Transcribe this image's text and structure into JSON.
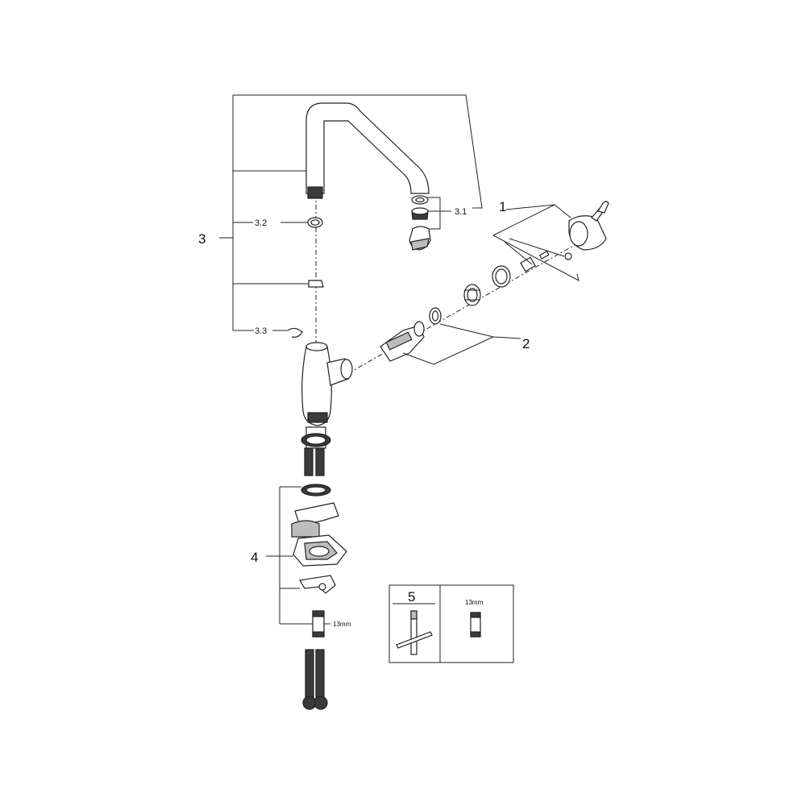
{
  "labels": {
    "handle": "1",
    "cartridge_group": "2",
    "spout_group": "3",
    "spout_aerator": "3.1",
    "spout_oring": "3.2",
    "spout_clip": "3.3",
    "mounting_group": "4",
    "tools": "5",
    "wrench_size_main": "13mm",
    "wrench_size_box": "13mm"
  }
}
